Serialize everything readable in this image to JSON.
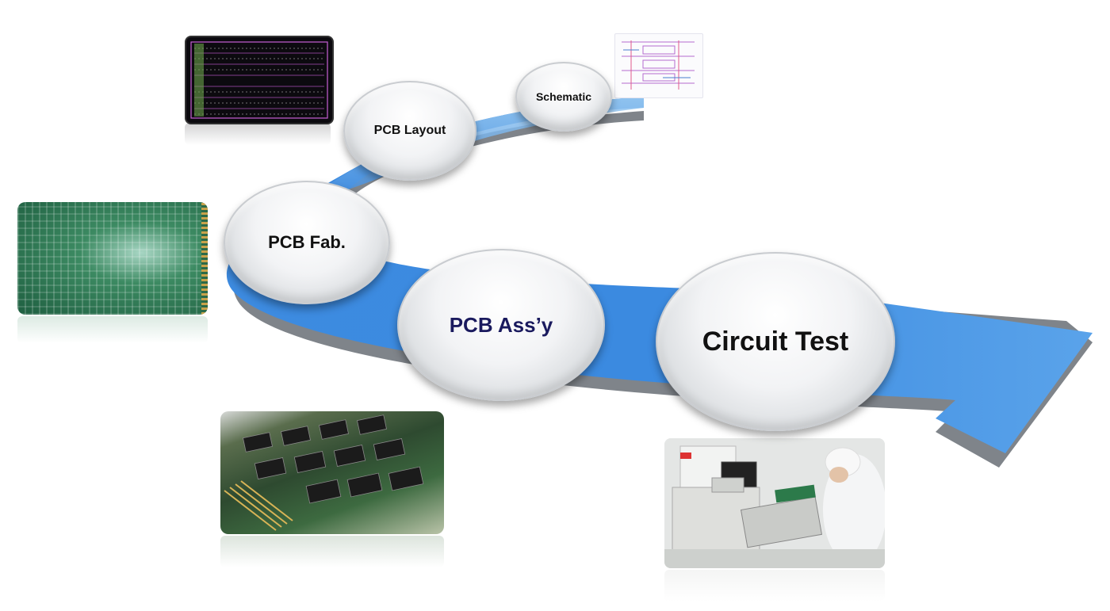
{
  "stages": [
    {
      "label": "Schematic",
      "text_color": "#111111"
    },
    {
      "label": "PCB Layout",
      "text_color": "#111111"
    },
    {
      "label": "PCB Fab.",
      "text_color": "#111111"
    },
    {
      "label": "PCB Ass’y",
      "text_color": "#1a1a5e"
    },
    {
      "label": "Circuit Test",
      "text_color": "#111111"
    }
  ],
  "colors": {
    "arrow_light": "#8fc4ee",
    "arrow_dark": "#2f7fd6",
    "arrow_shadow": "#8a8e94"
  },
  "images": {
    "schematic": "schematic-thumbnail",
    "layout": "pcb-layout-thumbnail",
    "fab": "bare-pcb-photo",
    "assembly": "assembled-pcb-photo",
    "test": "circuit-test-lab-photo"
  }
}
